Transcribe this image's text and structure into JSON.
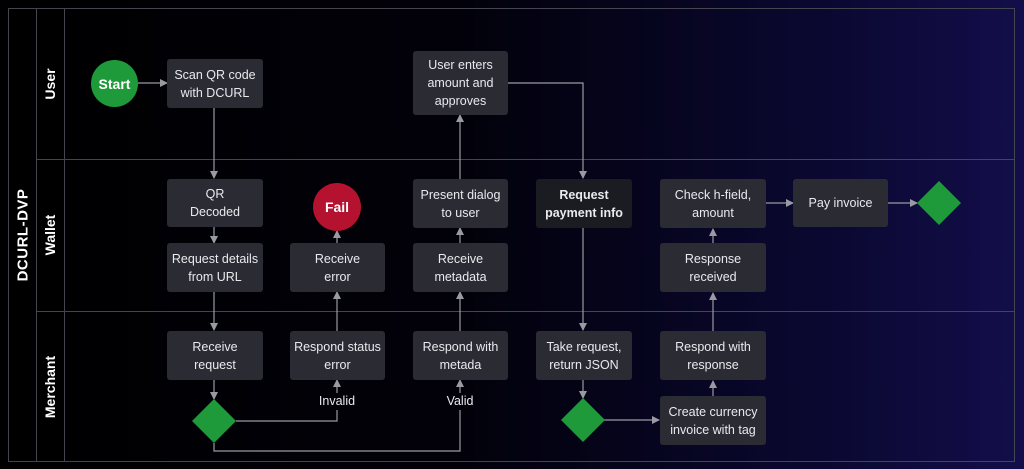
{
  "pool": "DCURL-DVP",
  "lanes": {
    "user": "User",
    "wallet": "Wallet",
    "merchant": "Merchant"
  },
  "nodes": {
    "start": "Start",
    "fail": "Fail",
    "scan_qr": "Scan QR code\nwith DCURL",
    "user_enters": "User enters\namount and\napproves",
    "qr_decoded": "QR\nDecoded",
    "request_details": "Request details\nfrom URL",
    "receive_error": "Receive\nerror",
    "present_dialog": "Present dialog\nto user",
    "receive_metadata": "Receive\nmetadata",
    "request_payment": "Request\npayment info",
    "check_hfield": "Check h-field,\namount",
    "response_received": "Response\nreceived",
    "pay_invoice": "Pay invoice",
    "receive_request": "Receive\nrequest",
    "respond_status_error": "Respond status\nerror",
    "respond_metadata": "Respond with\nmetada",
    "take_request": "Take request,\nreturn JSON",
    "respond_response": "Respond with\nresponse",
    "create_invoice": "Create currency\ninvoice with tag"
  },
  "edge_labels": {
    "invalid": "Invalid",
    "valid": "Valid"
  },
  "colors": {
    "start": "#1f9a3a",
    "fail": "#b5122f",
    "gateway": "#1f9a3a",
    "line": "#9a9aa3",
    "border": "#45454f"
  }
}
